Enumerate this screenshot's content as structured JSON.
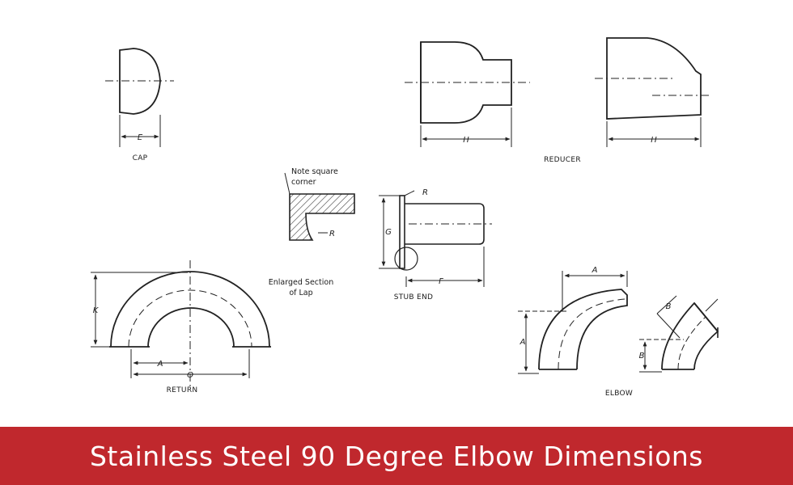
{
  "labels": {
    "cap": "CAP",
    "reducer": "REDUCER",
    "stub_end": "STUB END",
    "return": "RETURN",
    "elbow": "ELBOW",
    "note_line1": "Note square",
    "note_line2": "corner",
    "lap_line1": "Enlarged Section",
    "lap_line2": "of Lap"
  },
  "dims": {
    "E": "E",
    "H": "H",
    "R": "R",
    "G": "G",
    "F": "F",
    "K": "K",
    "A": "A",
    "O": "O",
    "B": "B"
  },
  "banner": {
    "title": "Stainless Steel 90 Degree Elbow Dimensions",
    "color": "#c0282d"
  }
}
